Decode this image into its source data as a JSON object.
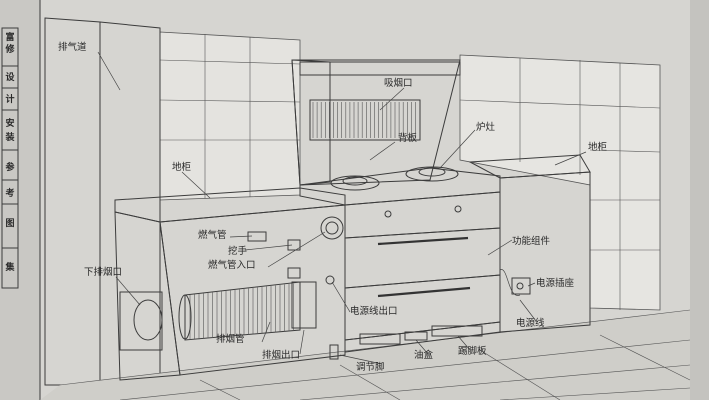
{
  "side_tabs": [
    "富",
    "修",
    "设",
    "计",
    "安",
    "装",
    "参",
    "考",
    "图",
    "集"
  ],
  "labels": {
    "exhaust_duct": "排气道",
    "smoke_inlet": "吸烟口",
    "back_panel": "背板",
    "burner": "炉灶",
    "cabinet_left": "地柜",
    "cabinet_right": "地柜",
    "gas_pipe": "燃气管",
    "lower_smoke_port": "下排烟口",
    "handle": "挖手",
    "gas_pipe_inlet": "燃气管入口",
    "function_module": "功能组件",
    "power_socket": "电源插座",
    "power_cord_outlet": "电源线出口",
    "power_cord": "电源线",
    "smoke_pipe": "排烟管",
    "smoke_outlet": "排烟出口",
    "adjust_foot": "调节脚",
    "oil_box": "油盒",
    "kick_plate": "踢脚板"
  }
}
